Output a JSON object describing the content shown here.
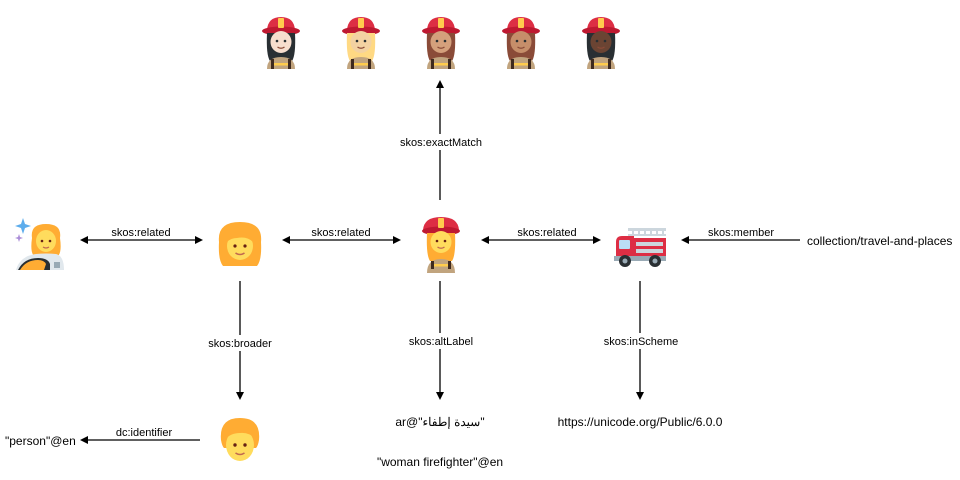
{
  "edges": {
    "related_left": "skos:related",
    "related_mid": "skos:related",
    "related_right": "skos:related",
    "member": "skos:member",
    "exact_match": "skos:exactMatch",
    "broader": "skos:broader",
    "alt_label": "skos:altLabel",
    "in_scheme": "skos:inScheme",
    "identifier": "dc:identifier"
  },
  "literals": {
    "collection": "collection/travel-and-places",
    "person_en": "\"person\"@en",
    "arabic_label": "\"سيدة إطفاء\"@ar",
    "woman_firefighter_en": "\"woman firefighter\"@en",
    "unicode_url": "https://unicode.org/Public/6.0.0"
  },
  "icons": {
    "variants": [
      "firefighter-light-skin-icon",
      "firefighter-medium-light-skin-icon",
      "firefighter-medium-skin-icon",
      "firefighter-medium-skin-2-icon",
      "firefighter-dark-skin-icon"
    ],
    "skin_tones": [
      "#f7dece",
      "#f3d2a2",
      "#d4a07c",
      "#c68e6a",
      "#6b4433"
    ],
    "hair_colors": [
      "#292f33",
      "#ffd983",
      "#8a4b38",
      "#8a4b38",
      "#292f33"
    ],
    "center": "woman-firefighter-icon",
    "woman": "woman-icon",
    "person": "person-icon",
    "astronaut": "woman-astronaut-icon",
    "fire_engine": "fire-engine-icon"
  },
  "colors": {
    "helmet": "#dd2e44",
    "hair_yellow": "#ffac33",
    "skin_yellow": "#ffdc5d",
    "uniform": "#c1a47e"
  }
}
